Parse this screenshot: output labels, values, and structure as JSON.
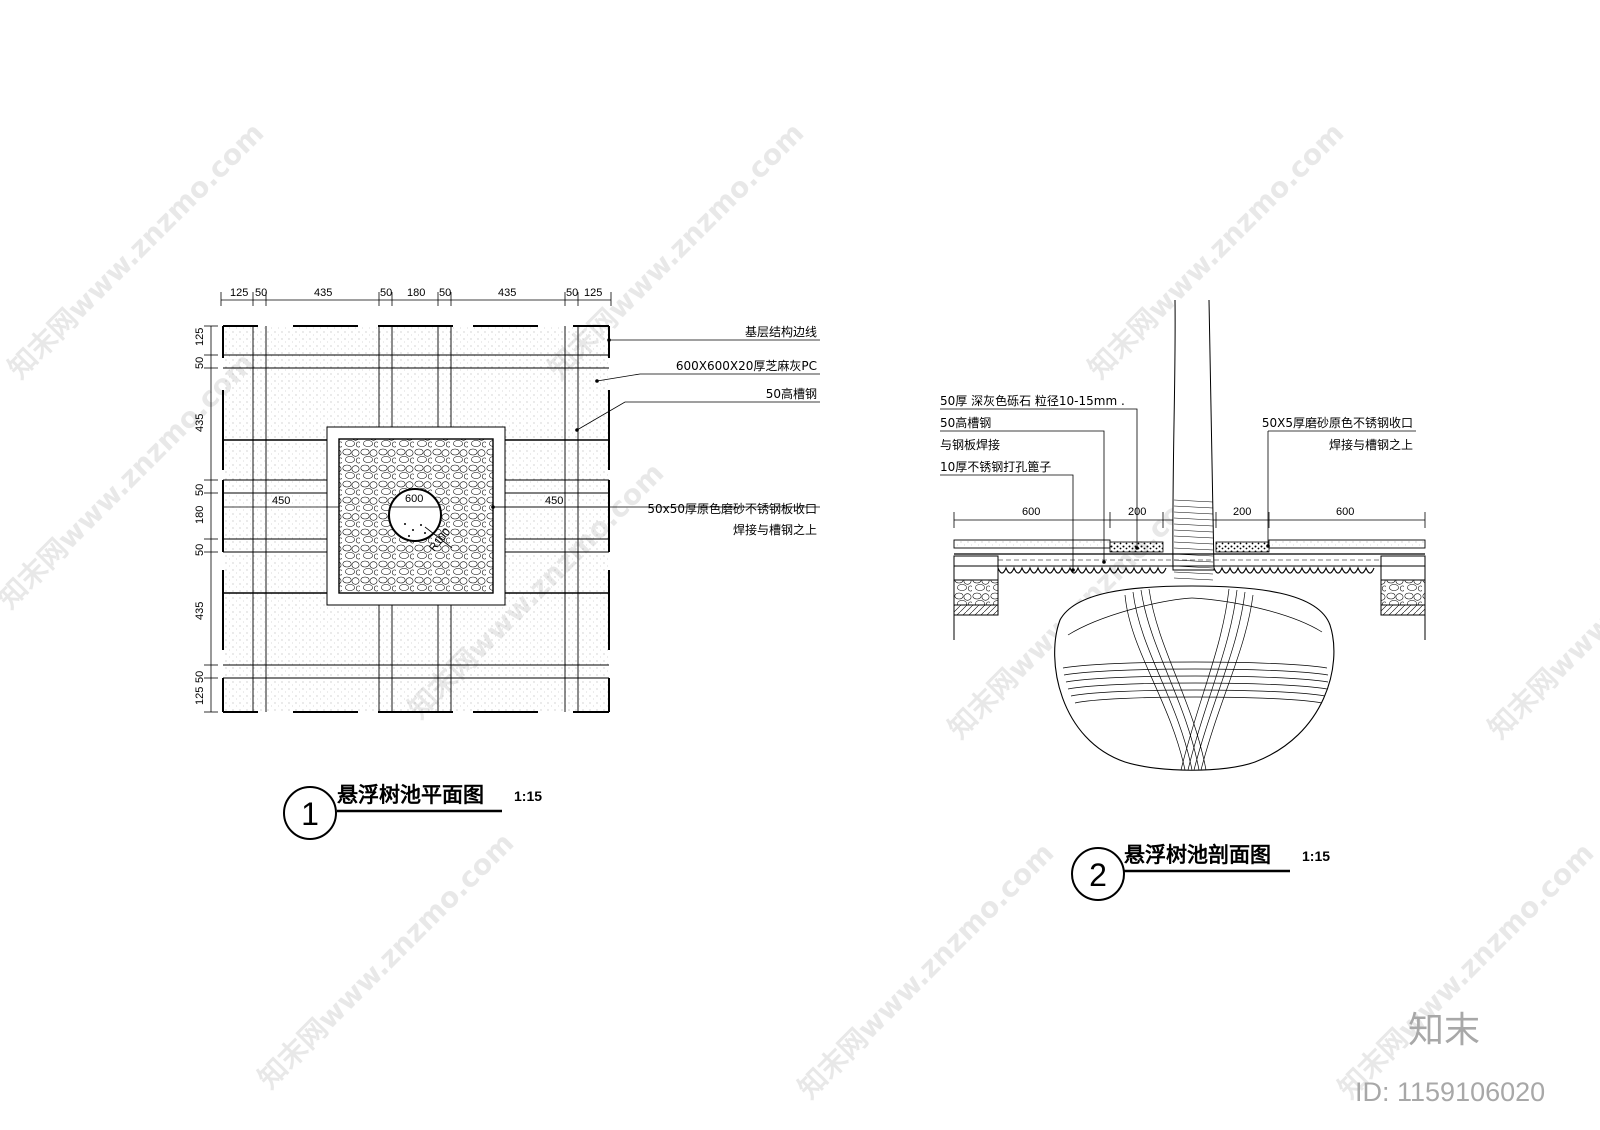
{
  "plan": {
    "title": "悬浮树池平面图",
    "scale": "1:15",
    "number": "1",
    "top_dims": [
      "125",
      "50",
      "435",
      "50",
      "180",
      "50",
      "435",
      "50",
      "125"
    ],
    "left_dims": [
      "125",
      "50",
      "435",
      "50",
      "180",
      "50",
      "435",
      "50",
      "125"
    ],
    "inner_dim_left": "450",
    "inner_dim_right": "450",
    "circle_dim": "600",
    "radius_dim": "R100",
    "labels": {
      "base_edge": "基层结构边线",
      "paving": "600X600X20厚芝麻灰PC",
      "channel": "50高槽钢",
      "trim_line1": "50x50厚原色磨砂不锈钢板收口",
      "trim_line2": "焊接与槽钢之上"
    }
  },
  "section": {
    "title": "悬浮树池剖面图",
    "scale": "1:15",
    "number": "2",
    "dims": [
      "600",
      "200",
      "200",
      "200",
      "600"
    ],
    "labels": {
      "gravel": "50厚 深灰色砾石 粒径10-15mm .",
      "channel": "50高槽钢",
      "weld": "与钢板焊接",
      "grate": "10厚不锈钢打孔篦子",
      "trim_line1": "50X5厚磨砂原色不锈钢收口",
      "trim_line2": "焊接与槽钢之上"
    }
  },
  "watermark": {
    "text": "知末网www.znzmo.com",
    "logo": "知末",
    "id": "ID: 1159106020"
  }
}
